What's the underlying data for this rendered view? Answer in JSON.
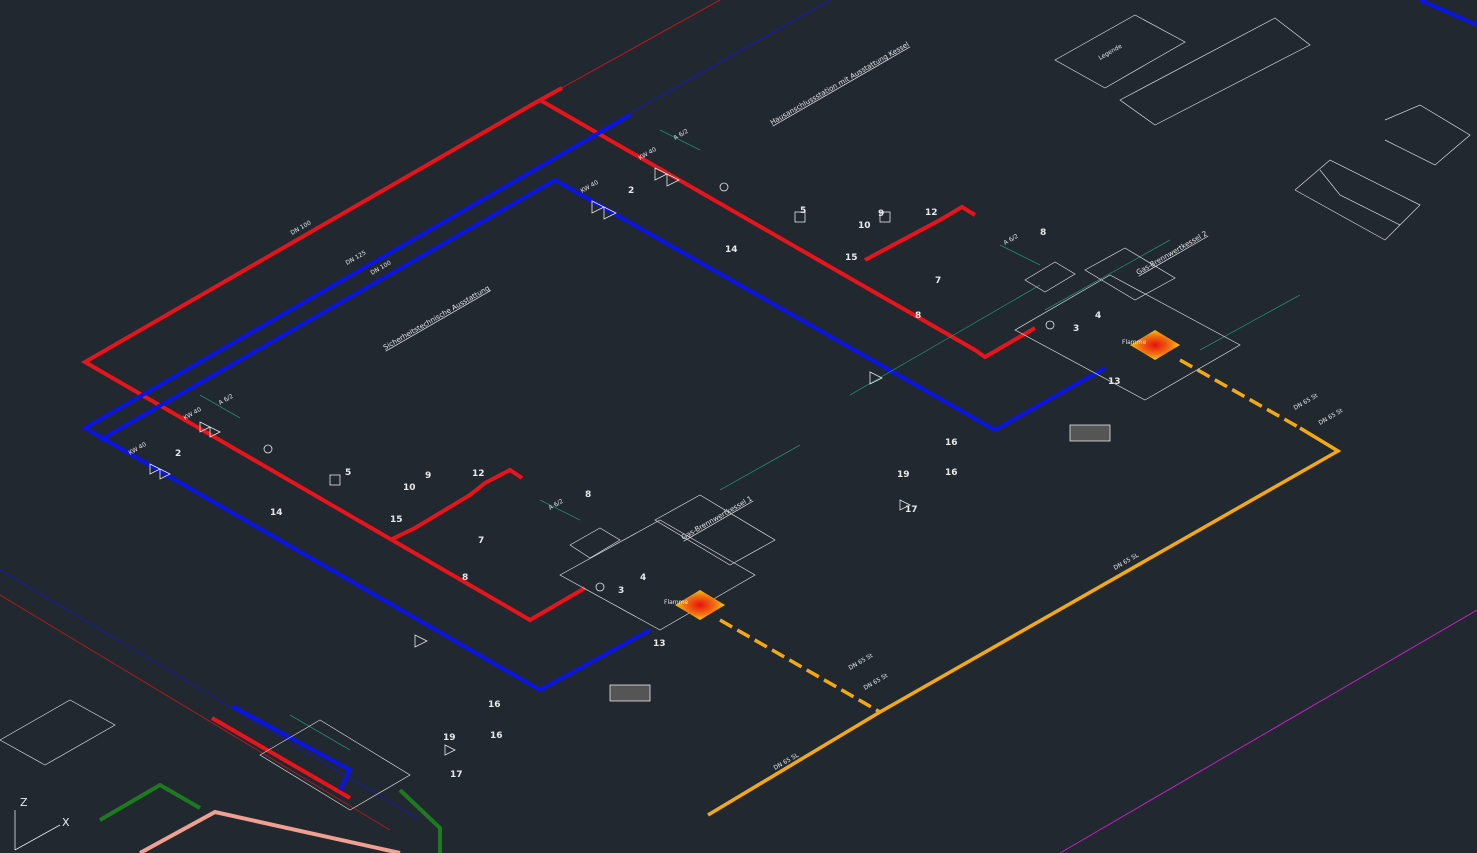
{
  "colors": {
    "background": "#212830",
    "supply": "#e8141b",
    "return": "#0a14e6",
    "gas": "#f2a913",
    "thin": "#d8d8d8",
    "teal": "#1e8a72",
    "green": "#1e7a1e",
    "pink": "#f0a090",
    "magenta": "#c020c0"
  },
  "labels": {
    "unit_title": "Sicherheitstechnische Ausstattung",
    "burner_1": "Gas-Brennwertkessel 1",
    "burner_2": "Gas-Brennwertkessel 2",
    "heating_title": "Hausanschlussstation mit Ausstattung Kessel",
    "legend_title": "Legende",
    "flame": "Flamme",
    "duct": "DN 65 SL",
    "dn_main": "DN 100",
    "dn_125": "DN 125",
    "afl": "A 6/2",
    "kw": "KW 40",
    "gas_dn": "DN 65 St",
    "bypass": "DN 65 St"
  },
  "numbers": {
    "n2": "2",
    "n3": "3",
    "n4": "4",
    "n5": "5",
    "n7": "7",
    "n8": "8",
    "n9": "9",
    "n10": "10",
    "n12": "12",
    "n13": "13",
    "n14": "14",
    "n15": "15",
    "n16": "16",
    "n17": "17",
    "n19": "19"
  },
  "axis": {
    "z": "Z",
    "x": "X"
  }
}
